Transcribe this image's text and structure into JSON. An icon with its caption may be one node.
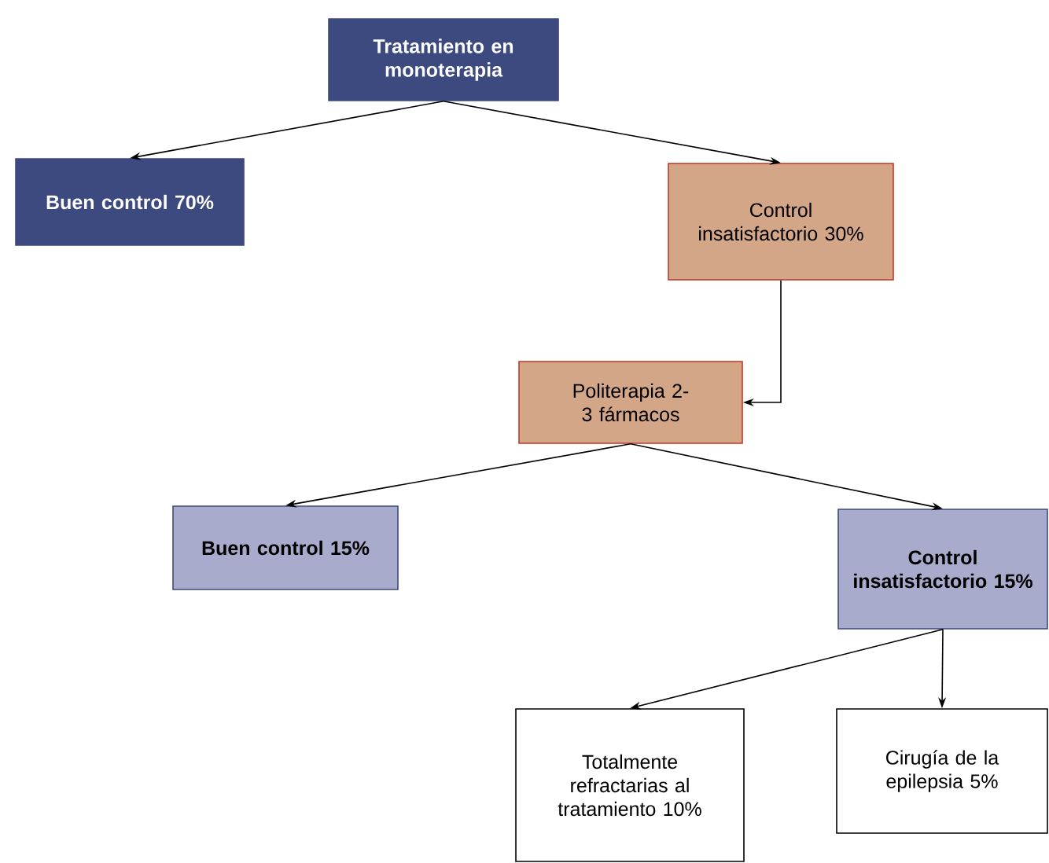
{
  "diagram": {
    "nodes": [
      {
        "text": [
          "Tratamiento en monoterapia"
        ]
      },
      {
        "text": [
          "Buen control 70%"
        ]
      },
      {
        "text": [
          "Control insatisfactorio 30%"
        ]
      },
      {
        "text": [
          "Politerapia 2-3 fármacos"
        ]
      },
      {
        "text": [
          "Buen control 15%"
        ]
      },
      {
        "text": [
          "Control insatisfactorio 15%"
        ]
      },
      {
        "text": [
          "Totalmente refractarias al tratamiento 10%"
        ]
      },
      {
        "text": [
          "Cirugía de la epilepsia 5%"
        ]
      }
    ],
    "edges": [
      {
        "from": 0,
        "to": 1,
        "arrow": "to"
      },
      {
        "from": 0,
        "to": 2,
        "arrow": "to"
      },
      {
        "from": 2,
        "to": 3,
        "arrow": "to"
      },
      {
        "from": 3,
        "to": 4,
        "arrow": "to"
      },
      {
        "from": 3,
        "to": 5,
        "arrow": "to"
      },
      {
        "from": 5,
        "to": 6,
        "arrow": "to"
      },
      {
        "from": 5,
        "to": 7,
        "arrow": "to"
      }
    ]
  }
}
